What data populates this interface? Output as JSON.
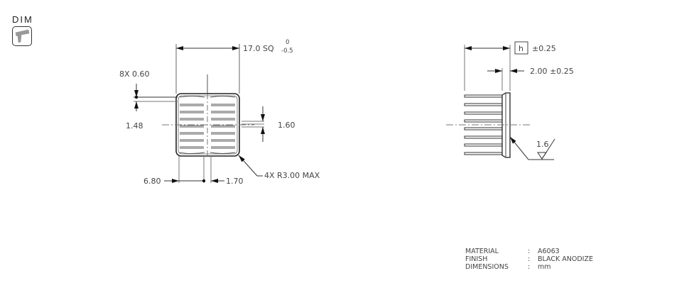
{
  "badge": {
    "label": "DIM",
    "icon": "caliper-icon"
  },
  "front_view": {
    "overall_size": "17.0 SQ",
    "overall_tol_upper": "0",
    "overall_tol_lower": "-0.5",
    "fin_thickness": "8X 0.60",
    "fin_pitch": "1.48",
    "fin_gap": "1.60",
    "left_offset": "6.80",
    "slot_width": "1.70",
    "corner_radius": "4X R3.00 MAX"
  },
  "side_view": {
    "height_symbol": "h",
    "height_tol": "±0.25",
    "base_thickness": "2.00 ±0.25",
    "surface_roughness": "1.6"
  },
  "notes": [
    {
      "key": "MATERIAL",
      "sep": ":",
      "value": "A6063"
    },
    {
      "key": "FINISH",
      "sep": ":",
      "value": "BLACK ANODIZE"
    },
    {
      "key": "DIMENSIONS",
      "sep": ":",
      "value": "mm"
    }
  ]
}
